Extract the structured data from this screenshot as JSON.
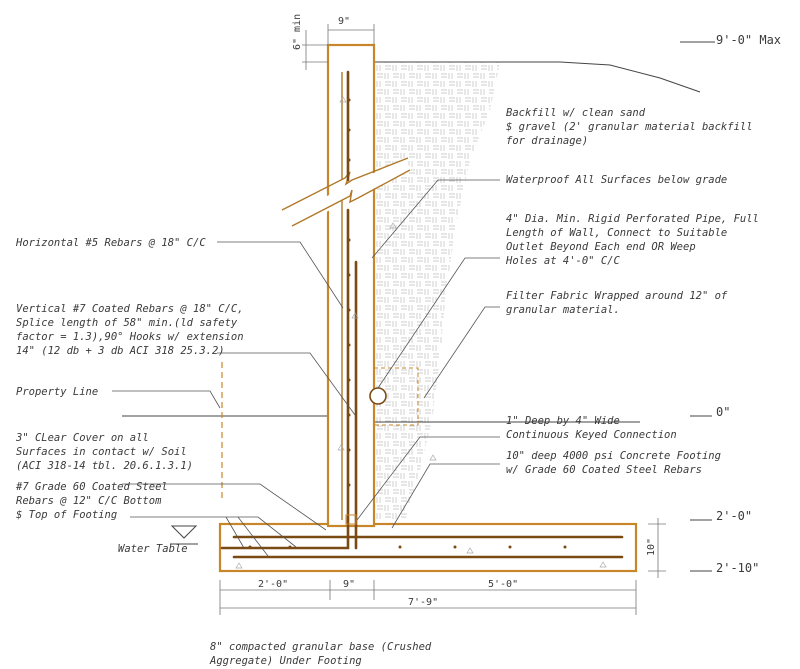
{
  "dimensions": {
    "wall_thickness": "9\"",
    "min_cover_top": "6\" min",
    "max_height": "9'-0\" Max",
    "grade_zero": "0\"",
    "footing_top_elev": "2'-0\"",
    "footing_bottom_elev": "2'-10\"",
    "footing_depth": "10\"",
    "toe": "2'-0\"",
    "stem": "9\"",
    "heel": "5'-0\"",
    "total_width": "7'-9\""
  },
  "notes": {
    "backfill": [
      "Backfill w/ clean sand",
      "$ gravel (2' granular material backfill",
      "for drainage)"
    ],
    "waterproof": [
      "Waterproof All Surfaces below grade"
    ],
    "pipe": [
      "4\" Dia. Min. Rigid Perforated Pipe, Full",
      "Length of Wall, Connect to Suitable",
      "Outlet Beyond Each end OR Weep",
      "Holes at 4'-0\" C/C"
    ],
    "filter": [
      "Filter Fabric Wrapped around 12\" of",
      "granular material."
    ],
    "horizontal": [
      "Horizontal #5 Rebars @ 18\" C/C"
    ],
    "vertical": [
      "Vertical #7 Coated Rebars @ 18\" C/C,",
      "Splice length of 58\" min.(ld safety",
      "factor = 1.3),90° Hooks w/ extension",
      "14\" (12 db + 3 db   ACI 318 25.3.2)"
    ],
    "property": [
      "Property Line"
    ],
    "key": [
      "1\" Deep by 4\" Wide",
      "Continuous Keyed Connection"
    ],
    "cover": [
      "3\" CLear Cover on all",
      "Surfaces in contact w/ Soil",
      "(ACI 318-14 tbl. 20.6.1.3.1)"
    ],
    "footing": [
      "10\" deep 4000 psi Concrete Footing",
      "w/ Grade 60 Coated Steel Rebars"
    ],
    "bottom_bars": [
      "#7 Grade 60 Coated Steel",
      "Rebars @ 12\" C/C Bottom",
      "$ Top of Footing"
    ],
    "water_table": [
      "Water Table"
    ],
    "base": [
      "8\" compacted granular base (Crushed",
      "Aggregate) Under Footing"
    ]
  },
  "colors": {
    "concrete_outline": "#c8862a",
    "rebar": "#7a4a12",
    "text": "#3a3a3a"
  }
}
